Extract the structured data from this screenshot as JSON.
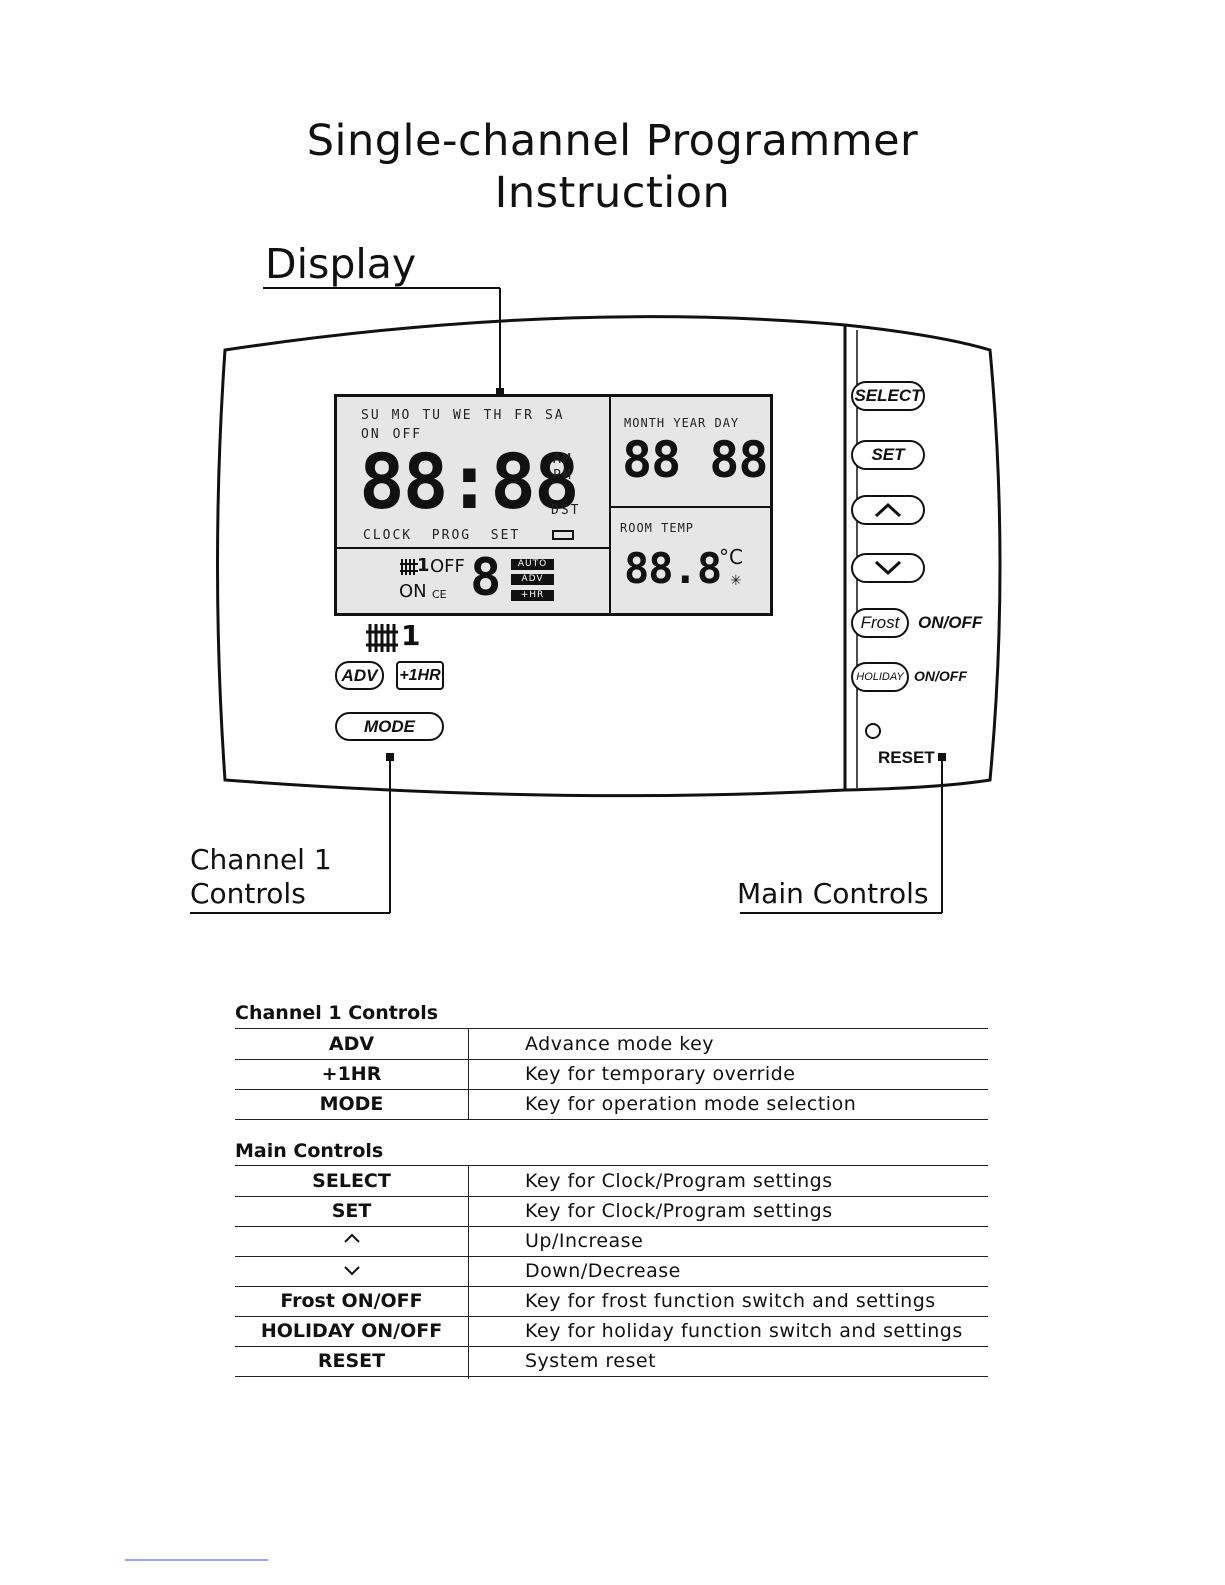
{
  "title": {
    "line1": "Single-channel Programmer",
    "line2": "Instruction"
  },
  "callouts": {
    "display": "Display",
    "channel1_line1": "Channel 1",
    "channel1_line2": "Controls",
    "main": "Main Controls"
  },
  "lcd": {
    "days": [
      "SU",
      "MO",
      "TU",
      "WE",
      "TH",
      "FR",
      "SA"
    ],
    "on": "ON",
    "off": "OFF",
    "clock_digits": "88:88",
    "am": "AM",
    "pm": "PM",
    "dst": "DST",
    "bottom_row": "CLOCK  PROG  SET",
    "month_year_day": "MONTH YEAR DAY",
    "date_digits": "88 88",
    "room_temp": "ROOM TEMP",
    "temp_digits": "88.8",
    "celsius": "°C",
    "channel_num": "1",
    "ch_off": "OFF",
    "ch_on": "ON",
    "ch_ce": "CE",
    "mode_digit": "8",
    "auto": "AUTO",
    "adv": "ADV",
    "plus_hr": "+HR"
  },
  "channel_controls": {
    "channel_num": "1",
    "adv": "ADV",
    "plus1hr": "+1HR",
    "mode": "MODE"
  },
  "main_controls": {
    "select": "SELECT",
    "set": "SET",
    "frost": "Frost",
    "frost_onoff": "ON/OFF",
    "holiday": "HOLIDAY",
    "holiday_onoff": "ON/OFF",
    "reset": "RESET"
  },
  "table": {
    "channel_heading": "Channel 1 Controls",
    "channel_rows": [
      {
        "key": "ADV",
        "desc": "Advance mode key"
      },
      {
        "key": "+1HR",
        "desc": "Key for temporary override"
      },
      {
        "key": "MODE",
        "desc": "Key for operation mode selection"
      }
    ],
    "main_heading": "Main Controls",
    "main_rows": [
      {
        "key": "SELECT",
        "desc": "Key for Clock/Program settings"
      },
      {
        "key": "SET",
        "desc": "Key for Clock/Program settings"
      },
      {
        "key": "^",
        "desc": "Up/Increase"
      },
      {
        "key": "v",
        "desc": "Down/Decrease"
      },
      {
        "key": "Frost ON/OFF",
        "desc": "Key for frost function switch and settings"
      },
      {
        "key": "HOLIDAY ON/OFF",
        "desc": "Key for holiday function switch and settings"
      },
      {
        "key": "RESET",
        "desc": "System reset"
      }
    ]
  }
}
